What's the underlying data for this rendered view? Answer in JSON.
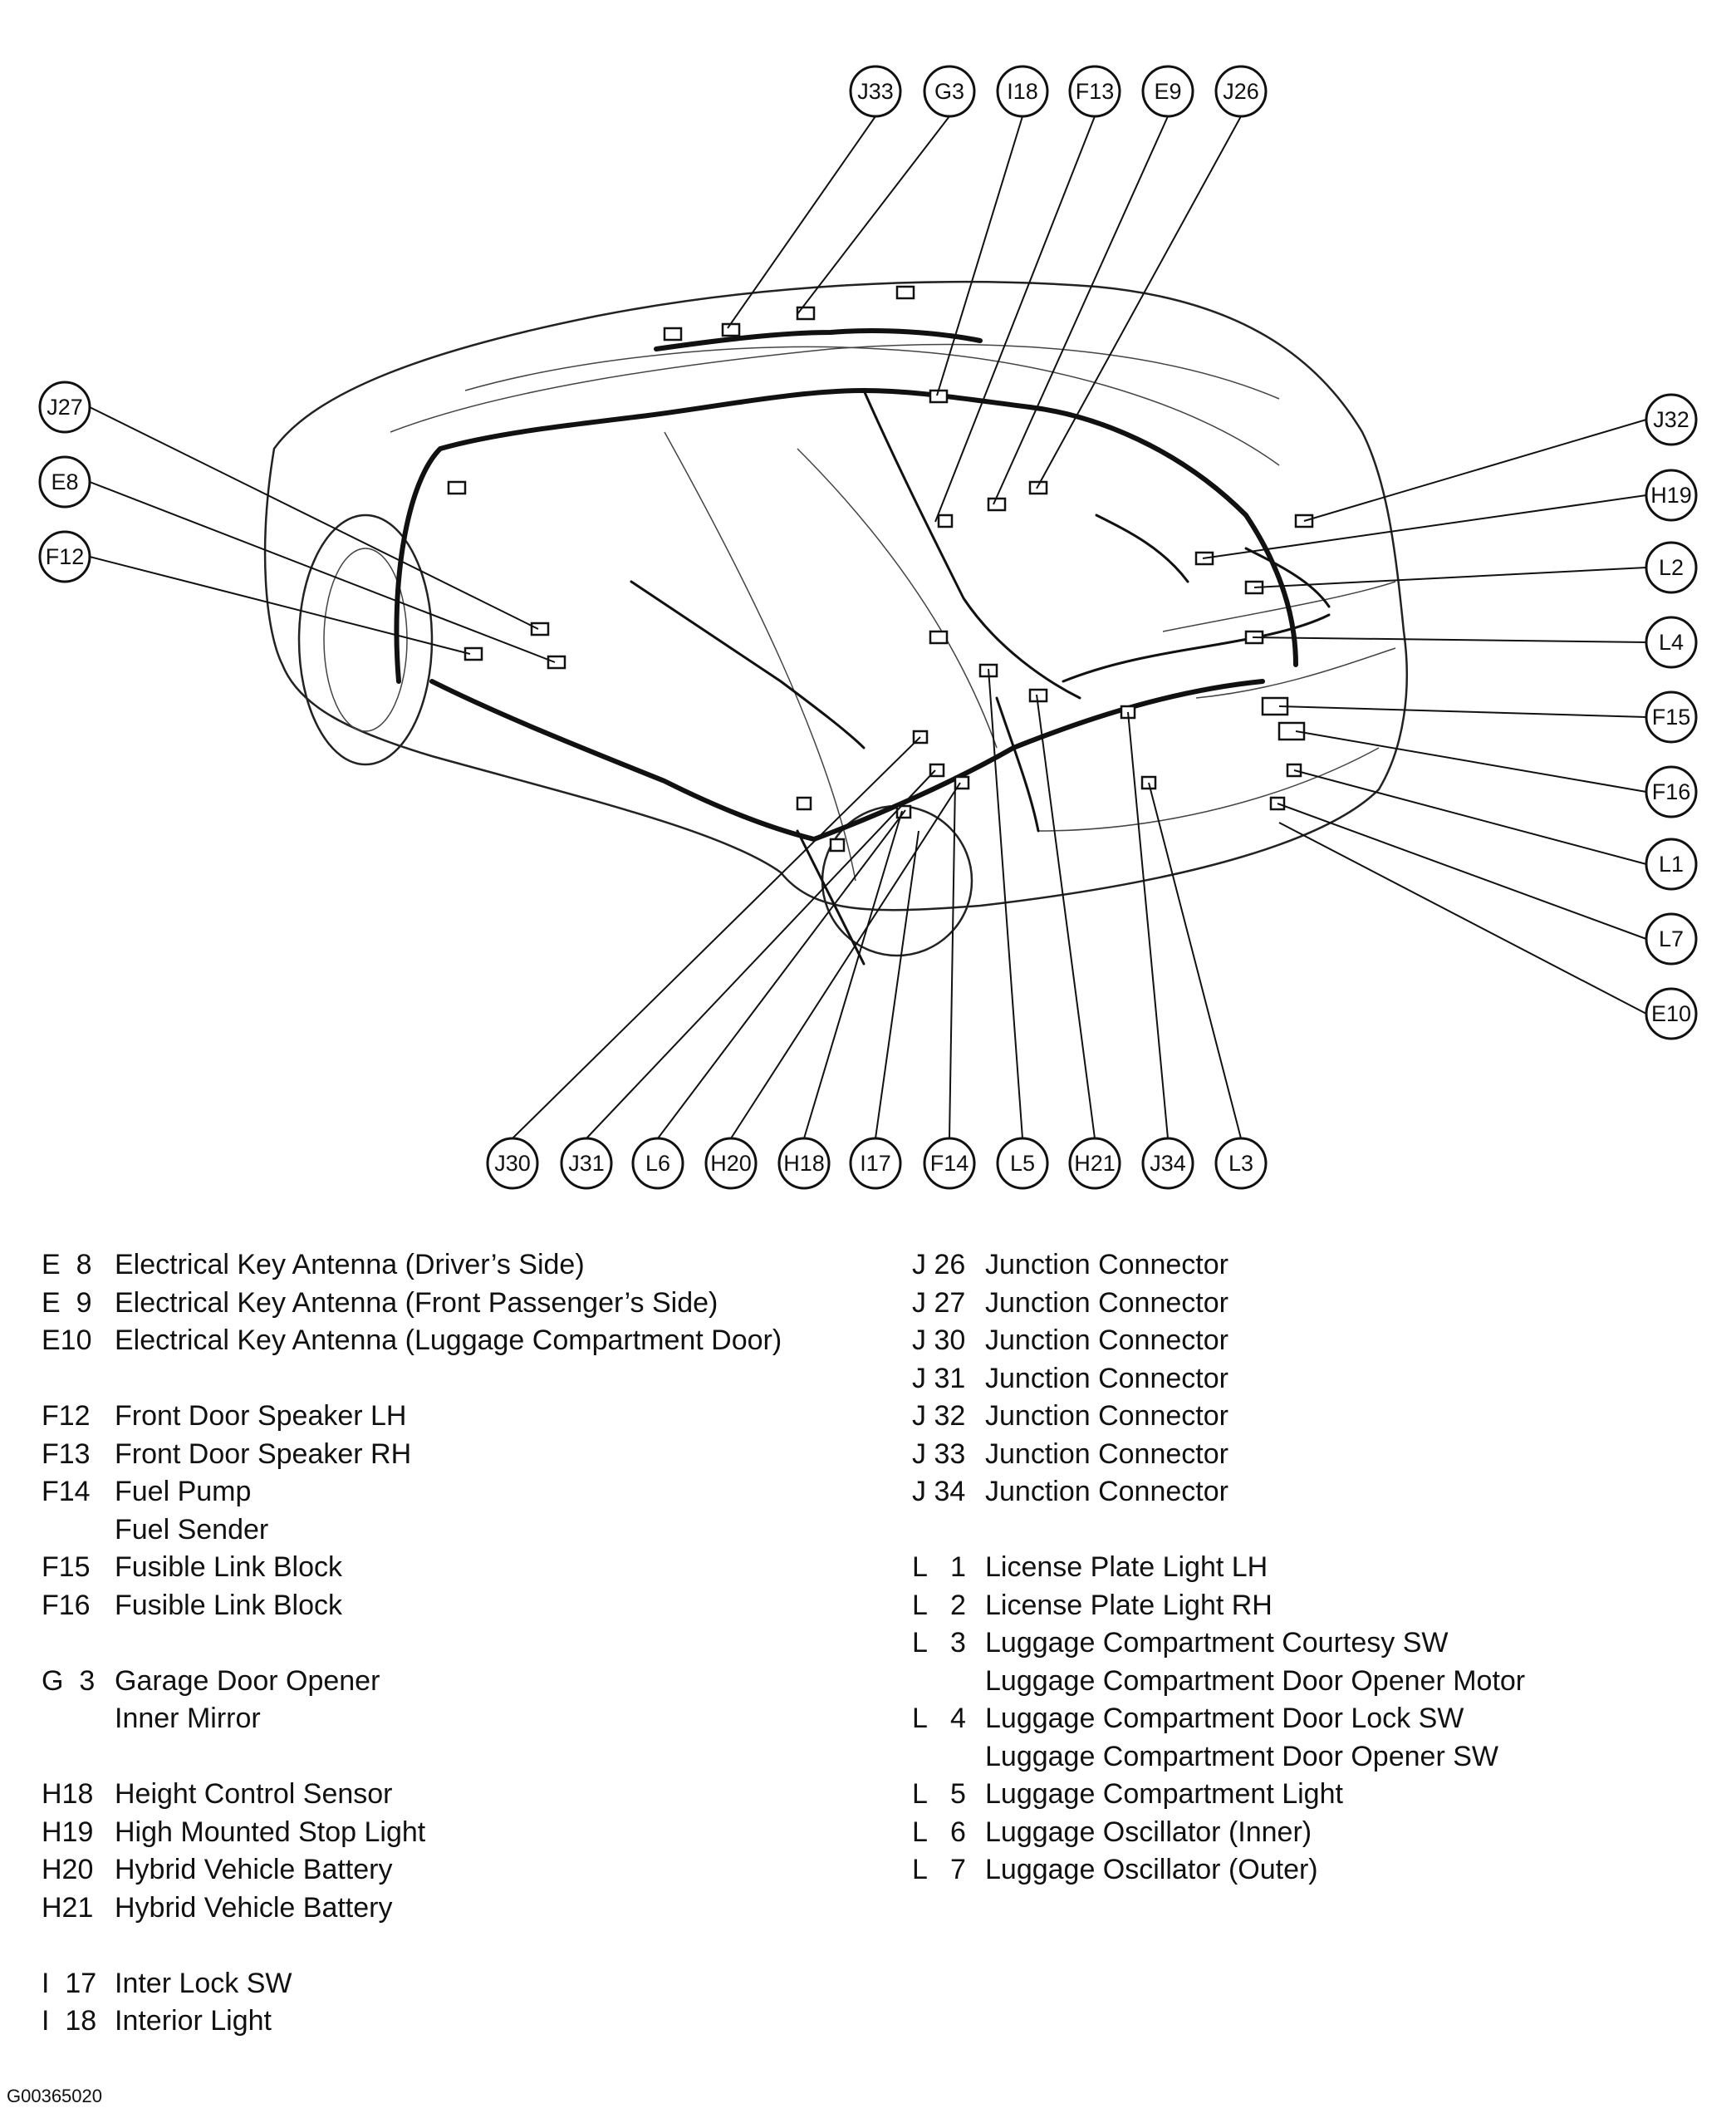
{
  "diagram": {
    "callouts_top": [
      "J33",
      "G3",
      "I18",
      "F13",
      "E9",
      "J26"
    ],
    "callouts_left": [
      "J27",
      "E8",
      "F12"
    ],
    "callouts_right": [
      "J32",
      "H19",
      "L2",
      "L4",
      "F15",
      "F16",
      "L1",
      "L7",
      "E10"
    ],
    "callouts_bottom": [
      "J30",
      "J31",
      "L6",
      "H20",
      "H18",
      "I17",
      "F14",
      "L5",
      "H21",
      "J34",
      "L3"
    ]
  },
  "legend_left": [
    {
      "code": "E  8",
      "name": "Electrical Key Antenna (Driver’s Side)"
    },
    {
      "code": "E  9",
      "name": "Electrical Key Antenna (Front Passenger’s Side)"
    },
    {
      "code": "E10",
      "name": "Electrical Key Antenna (Luggage Compartment Door)"
    },
    {
      "gap": true
    },
    {
      "code": "F12",
      "name": "Front Door Speaker LH"
    },
    {
      "code": "F13",
      "name": "Front Door Speaker RH"
    },
    {
      "code": "F14",
      "name": "Fuel Pump"
    },
    {
      "code": "",
      "name": "Fuel Sender"
    },
    {
      "code": "F15",
      "name": "Fusible Link Block"
    },
    {
      "code": "F16",
      "name": "Fusible Link Block"
    },
    {
      "gap": true
    },
    {
      "code": "G  3",
      "name": "Garage Door Opener"
    },
    {
      "code": "",
      "name": "Inner Mirror"
    },
    {
      "gap": true
    },
    {
      "code": "H18",
      "name": "Height Control Sensor"
    },
    {
      "code": "H19",
      "name": "High Mounted Stop Light"
    },
    {
      "code": "H20",
      "name": "Hybrid Vehicle Battery"
    },
    {
      "code": "H21",
      "name": "Hybrid Vehicle Battery"
    },
    {
      "gap": true
    },
    {
      "code": "I  17",
      "name": "Inter Lock SW"
    },
    {
      "code": "I  18",
      "name": "Interior Light"
    }
  ],
  "legend_right": [
    {
      "code": "J 26",
      "name": "Junction Connector"
    },
    {
      "code": "J 27",
      "name": "Junction Connector"
    },
    {
      "code": "J 30",
      "name": "Junction Connector"
    },
    {
      "code": "J 31",
      "name": "Junction Connector"
    },
    {
      "code": "J 32",
      "name": "Junction Connector"
    },
    {
      "code": "J 33",
      "name": "Junction Connector"
    },
    {
      "code": "J 34",
      "name": "Junction Connector"
    },
    {
      "gap": true
    },
    {
      "code": "L   1",
      "name": "License Plate Light LH"
    },
    {
      "code": "L   2",
      "name": "License Plate Light RH"
    },
    {
      "code": "L   3",
      "name": "Luggage Compartment Courtesy SW"
    },
    {
      "code": "",
      "name": "Luggage Compartment Door Opener Motor"
    },
    {
      "code": "L   4",
      "name": "Luggage Compartment Door Lock SW"
    },
    {
      "code": "",
      "name": "Luggage Compartment Door Opener SW"
    },
    {
      "code": "L   5",
      "name": "Luggage Compartment Light"
    },
    {
      "code": "L   6",
      "name": "Luggage Oscillator (Inner)"
    },
    {
      "code": "L   7",
      "name": "Luggage Oscillator (Outer)"
    }
  ],
  "figure_id": "G00365020"
}
